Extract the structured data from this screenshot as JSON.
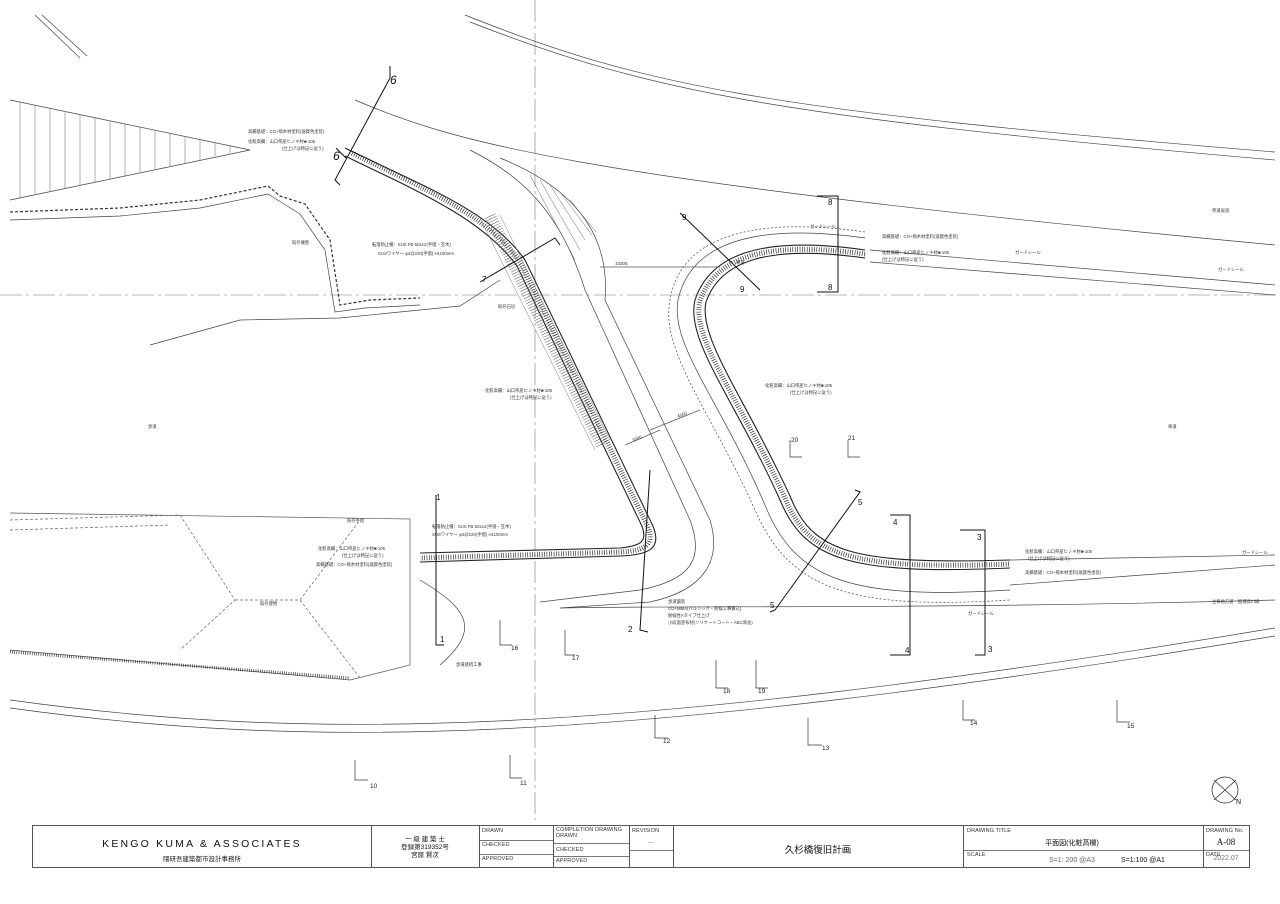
{
  "drawing": {
    "section_marks": [
      "1",
      "2",
      "3",
      "4",
      "5",
      "6",
      "7",
      "8",
      "9"
    ],
    "grid_numbers": [
      "10",
      "11",
      "12",
      "13",
      "14",
      "15",
      "16",
      "17",
      "18",
      "19",
      "20",
      "21"
    ],
    "dimensions": [
      "4500",
      "3000",
      "10305"
    ],
    "north_mark": "N",
    "annotations": {
      "a1": "高欄基礎：CO+飛木材塗料(滋賀色塗装)",
      "a2": "化粧高欄：山口県産ヒノキ材■-105",
      "a3": "(仕上げは特記に従う)",
      "a4": "転落防止柵：SUS FB-50x12(手摺・笠木)",
      "a5": "SUSワイヤー φ4@220(手摺) H1100mm",
      "a6": "既存擁壁",
      "a7": "既存石垣",
      "a8": "化粧高欄：山口県産ヒノキ材■-105",
      "a9": "(仕上げは特記に従う)",
      "a10": "化粧高欄：山口県産ヒノキ材■-105",
      "a11": "(仕上げは特記に従う)",
      "a12": "高欄基礎：CO+飛木材塗料(滋賀色塗装)",
      "a13": "化粧高欄：山口県産ヒノキ材■-105",
      "a14": "(仕上げは特記に従う)",
      "a15": "ガードレール",
      "a16": "高欄基礎：CO+飛木材塗料(滋賀色塗装)",
      "a17": "化粧高欄：山口県産ヒノキ材■-105",
      "a18": "(仕上げは特記に従う)",
      "a19": "転落防止柵：SUS FB-50x12(手摺・笠木)",
      "a20": "SUSワイヤー φ4@220(手摺) H1100mm",
      "a21": "化粧高欄：山口県産ヒノキ材■-105",
      "a22": "(仕上げは特記に従う)",
      "a23": "高欄基礎：CO+飛木材塗料(滋賀色塗装)",
      "a24": "ガードレール",
      "a25": "ガードレール",
      "a26": "既存手摺",
      "a27": "既存建物",
      "a28": "歩道接続工事",
      "a29": "歩道舗装",
      "a30": "CO+MMA(パルリック・耐候工事費込)",
      "a31": "耐候性Aタイプ仕上げ",
      "a32": "小段面塗布材(ソリケートコート・ABC商会)",
      "a33": "ガードレール",
      "a34": "歩道",
      "a35": "車道",
      "a36": "車道",
      "a37": "主要地方道　国道高川線",
      "a38": "県道坂道",
      "a39": "ガードレール"
    }
  },
  "title_block": {
    "firm_name": "KENGO KUMA & ASSOCIATES",
    "firm_sub": "隈研吾建築都市設計事務所",
    "architect": [
      "一 級 建 築 士",
      "登録第319352号",
      "宮原 賢次"
    ],
    "labels": {
      "drawn": "DRAWN",
      "checked": "CHECKED",
      "approved": "APPROVED",
      "completion": "COMPLETION DRAWING",
      "completion_drawn": "DRAWN",
      "checked2": "CHECKED",
      "approved2": "APPROVED",
      "revision": "REVISION",
      "drawing_title": "DRAWING TITLE",
      "scale": "SCALE",
      "drawing_no": "DRAWING No.",
      "date": "DATE"
    },
    "revision_mark": "—",
    "project_title": "久杉橋復旧計画",
    "drawing_title": "平面図(化粧高欄)",
    "scale_a3": "S=1: 200 @A3",
    "scale_a1": "S=1:100 @A1",
    "drawing_no": "A-08",
    "date": "2022.07"
  }
}
